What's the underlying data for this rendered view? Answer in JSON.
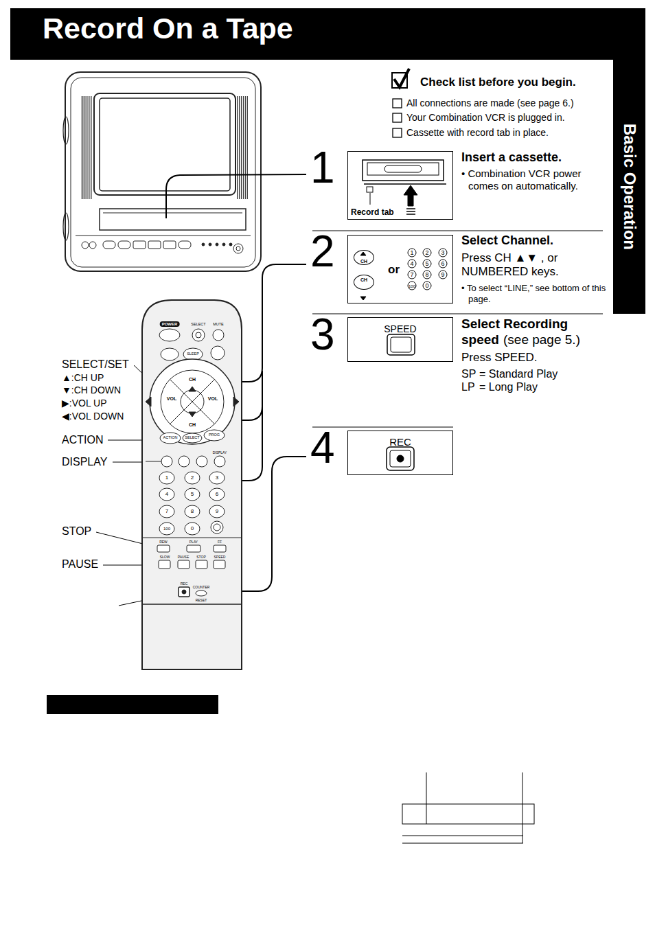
{
  "diagram": {
    "title": "Record On a Tape",
    "nodes": [
      {
        "text": [
          "Record tab"
        ]
      },
      {
        "text": [
          "or"
        ]
      },
      {
        "text": [
          "CH"
        ],
        "in": 1
      },
      {
        "text": [
          "CH"
        ],
        "in": 1
      },
      {
        "text": [
          "SPEED"
        ]
      },
      {
        "text": [
          "REC"
        ]
      },
      {
        "text": [
          "Basic Operation"
        ]
      }
    ],
    "labels": [
      "Check list before you begin.",
      "All connections are made (see page 6.)",
      "Your Combination VCR is plugged in.",
      "Cassette with record tab in place.",
      "1",
      "Insert a cassette.",
      "• Combination VCR power comes on automatically.",
      "2",
      "Select Channel.",
      "Press CH ▲▼ , or NUMBERED keys.",
      "• To select “LINE,” see bottom of this page.",
      "3",
      "Select Recording speed",
      "(see page 5.)",
      "Press SPEED.",
      "SP",
      "= Standard Play",
      "LP",
      "= Long Play",
      "4",
      "SELECT/SET",
      "▲:CH UP",
      "▼:CH DOWN",
      "▶:VOL UP",
      "◀:VOL DOWN",
      "ACTION",
      "DISPLAY",
      "STOP",
      "PAUSE",
      "1",
      "2",
      "3",
      "4",
      "5",
      "6",
      "7",
      "8",
      "9",
      "100",
      "0",
      "POWER",
      "SELECT",
      "MUTE",
      "SLEEP",
      "VOL",
      "VOL",
      "CH",
      "CH",
      "ACTION",
      "SELECT",
      "PROG",
      "DISPLAY",
      "1",
      "2",
      "3",
      "4",
      "5",
      "6",
      "7",
      "8",
      "9",
      "100",
      "0",
      "REW",
      "PLAY",
      "FF",
      "SLOW",
      "PAUSE",
      "STOP",
      "SPEED",
      "REC",
      "COUNTER",
      "RESET"
    ]
  }
}
